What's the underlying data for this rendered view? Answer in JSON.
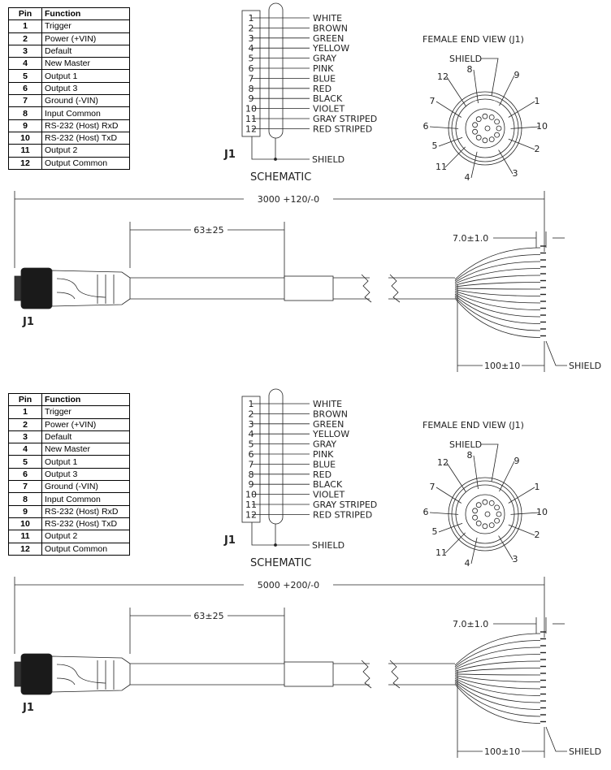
{
  "pin_table": {
    "headers": [
      "Pin",
      "Function"
    ],
    "rows": [
      [
        "1",
        "Trigger"
      ],
      [
        "2",
        "Power (+VIN)"
      ],
      [
        "3",
        "Default"
      ],
      [
        "4",
        "New Master"
      ],
      [
        "5",
        "Output 1"
      ],
      [
        "6",
        "Output 3"
      ],
      [
        "7",
        "Ground (-VIN)"
      ],
      [
        "8",
        "Input Common"
      ],
      [
        "9",
        "RS-232 (Host) RxD"
      ],
      [
        "10",
        "RS-232 (Host) TxD"
      ],
      [
        "11",
        "Output 2"
      ],
      [
        "12",
        "Output Common"
      ]
    ]
  },
  "schematic": {
    "title": "SCHEMATIC",
    "connector": "J1",
    "shield": "SHIELD",
    "wires": [
      "WHITE",
      "BROWN",
      "GREEN",
      "YELLOW",
      "GRAY",
      "PINK",
      "BLUE",
      "RED",
      "BLACK",
      "VIOLET",
      "GRAY STRIPED",
      "RED STRIPED"
    ]
  },
  "end_view": {
    "title": "FEMALE END VIEW (J1)",
    "shield": "SHIELD",
    "pins": [
      "1",
      "2",
      "3",
      "4",
      "5",
      "6",
      "7",
      "8",
      "9",
      "10",
      "11",
      "12"
    ]
  },
  "panels": [
    {
      "length": "3000 +120/-0",
      "overmold": "63±25",
      "strip": "7.0±1.0",
      "breakout": "100±10",
      "connector": "J1",
      "shield": "SHIELD"
    },
    {
      "length": "5000 +200/-0",
      "overmold": "63±25",
      "strip": "7.0±1.0",
      "breakout": "100±10",
      "connector": "J1",
      "shield": "SHIELD"
    }
  ]
}
